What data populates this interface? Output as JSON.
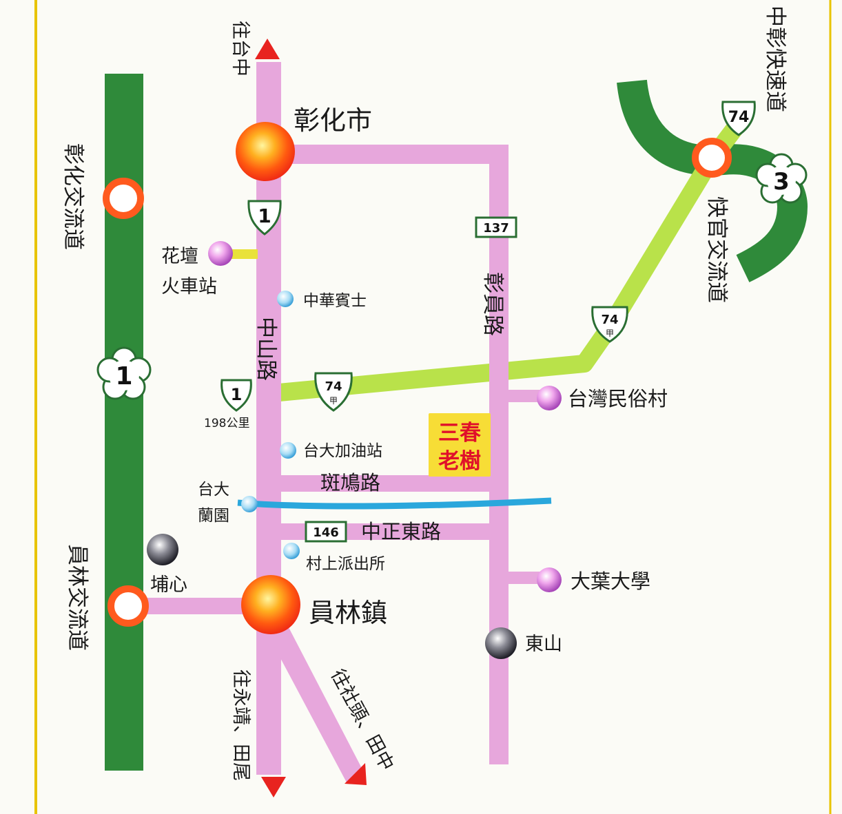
{
  "colors": {
    "border": "#e8c400",
    "freeway": "#2f8a3a",
    "main_road": "#e7a7dc",
    "highway_74": "#b9e24a",
    "river": "#2aa7dc",
    "interchange": "#ff5a1e",
    "town": "#f02b14",
    "badge_bg": "#f7dd36",
    "badge_text": "#e0102a"
  },
  "directions": {
    "north": "往台中",
    "south_left": "往永靖、田尾",
    "south_right": "往社頭、田中"
  },
  "towns": {
    "changhua_city": "彰化市",
    "yuanlin_town": "員林鎮"
  },
  "interchanges": {
    "changhua": "彰化交流道",
    "yuanlin": "員林交流道",
    "kuaiguan": "快官交流道",
    "zhongzhang_expressway": "中彰快速道"
  },
  "roads": {
    "zhongshan": "中山路",
    "zhangyuan": "彰員路",
    "banjiu": "斑鳩路",
    "zhongzheng_east": "中正東路"
  },
  "shields": {
    "freeway1": "1",
    "freeway3": "3",
    "prov1_top": "1",
    "prov1_mid": "1",
    "km_note": "198公里",
    "route74": "74",
    "route74a_num": "74",
    "route74a_suffix": "甲",
    "route74a_mid_num": "74",
    "route74a_mid_suffix": "甲",
    "county137": "137",
    "county146": "146"
  },
  "stations": {
    "huatan": [
      "花壇",
      "火車站"
    ],
    "puxin": "埔心",
    "dongshan": "東山"
  },
  "attractions": {
    "taiwan_folk_village": "台灣民俗村",
    "dayeh_university": "大葉大學"
  },
  "landmarks": {
    "zhonghua_benz": "中華賓士",
    "taida_gas": "台大加油站",
    "taida_orchid": [
      "台大",
      "蘭園"
    ],
    "cunshang_police": "村上派出所"
  },
  "destination": [
    "三春",
    "老樹"
  ]
}
